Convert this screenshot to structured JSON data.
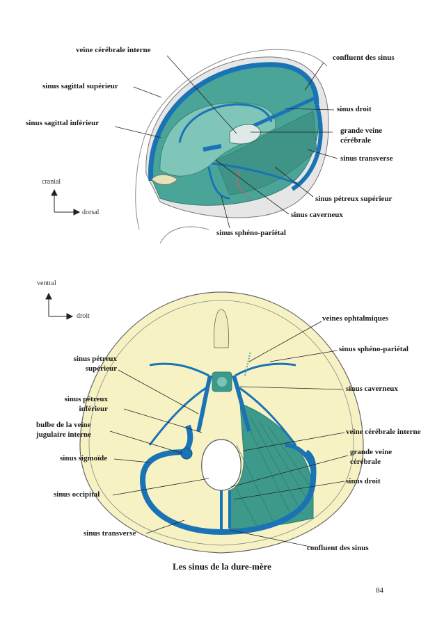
{
  "top_figure": {
    "labels": {
      "veine_cerebrale_interne": "veine cérébrale interne",
      "confluent": "confluent des sinus",
      "sagittal_sup": "sinus sagittal supérieur",
      "sinus_droit": "sinus droit",
      "sagittal_inf": "sinus sagittal inférieur",
      "grande_veine_1": "grande veine",
      "grande_veine_2": "cérébrale",
      "transverse": "sinus transverse",
      "petreux_sup": "sinus pétreux supérieur",
      "caverneux": "sinus caverneux",
      "spheno": "sinus sphéno-pariétal"
    },
    "axes": {
      "vertical": "cranial",
      "horizontal": "dorsal"
    }
  },
  "bottom_figure": {
    "labels": {
      "veines_ophtalmiques": "veines ophtalmiques",
      "spheno": "sinus sphéno-pariétal",
      "petreux_sup_1": "sinus pétreux",
      "petreux_sup_2": "supérieur",
      "caverneux": "sinus caverneux",
      "petreux_inf_1": "sinus pétreux",
      "petreux_inf_2": "inférieur",
      "bulbe_1": "bulbe de la veine",
      "bulbe_2": "jugulaire interne",
      "veine_cerebrale_interne": "veine cérébrale interne",
      "grande_veine_1": "grande veine",
      "grande_veine_2": "cérébrale",
      "sigmoide": "sinus sigmoïde",
      "occipital": "sinus occipital",
      "sinus_droit": "sinus droit",
      "transverse": "sinus transverse",
      "confluent": "confluent des sinus"
    },
    "axes": {
      "vertical": "ventral",
      "horizontal": "droit"
    }
  },
  "caption": "Les sinus de la dure-mère",
  "page_number": "84",
  "colors": {
    "sinus_blue": "#1a73b5",
    "dura_teal": "#3d9a8a",
    "dura_teal_light": "#7cc3b5",
    "bone_cream": "#f6f2c4",
    "outline": "#555555",
    "artery_red": "#e05a5a"
  }
}
